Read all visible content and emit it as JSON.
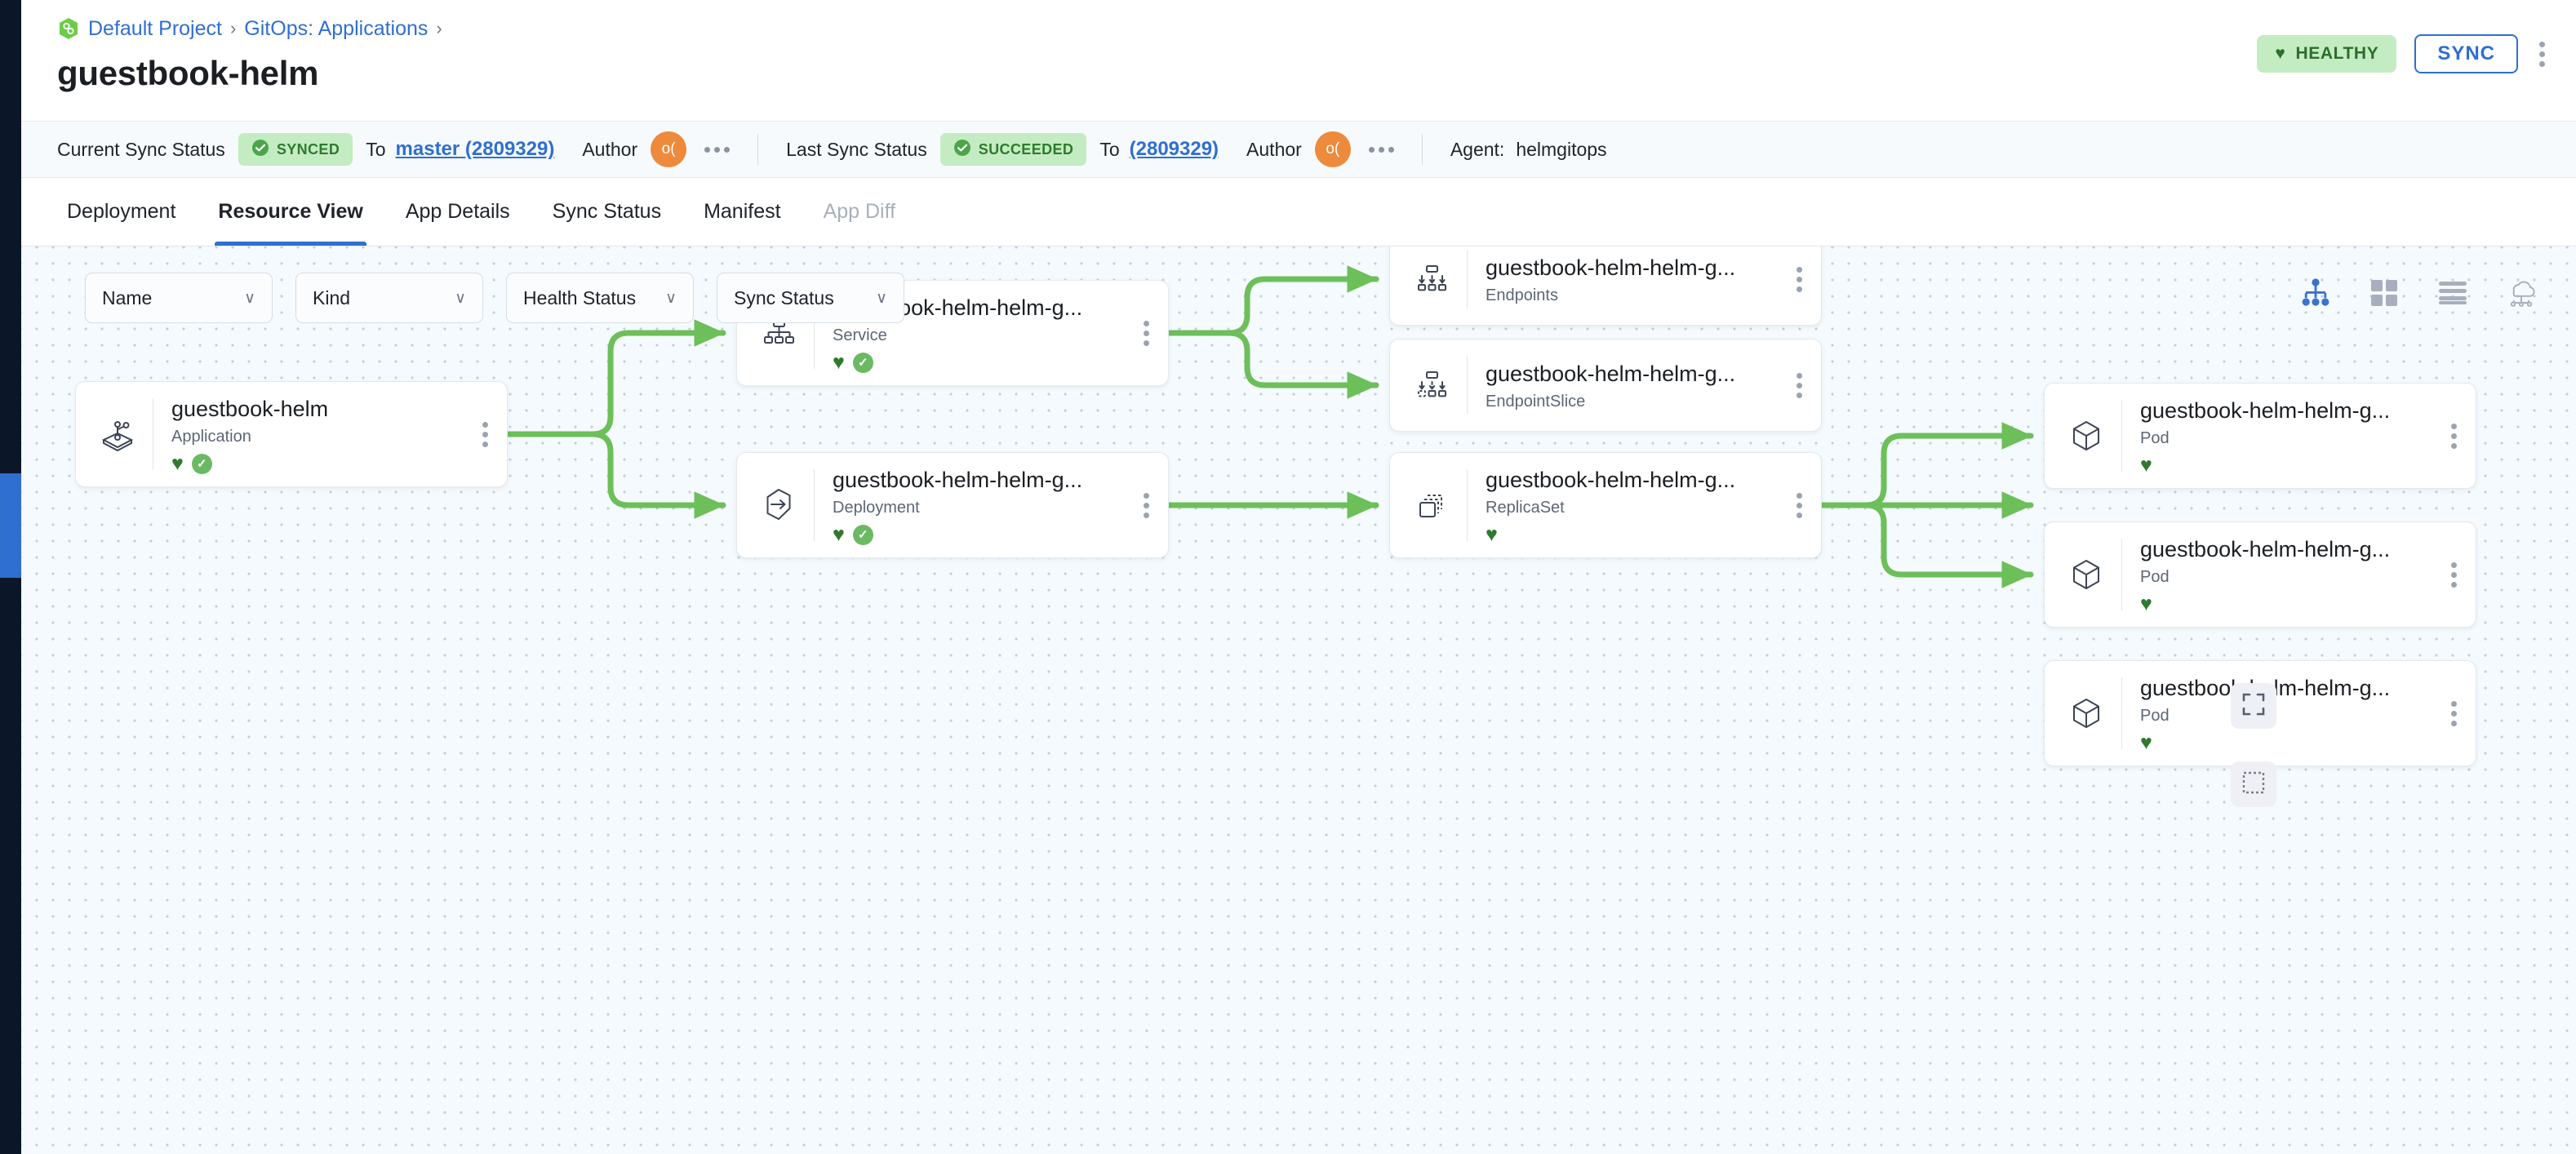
{
  "header": {
    "breadcrumb": [
      {
        "label": "Default Project",
        "icon": "project-icon"
      },
      {
        "label": "GitOps: Applications"
      }
    ],
    "separator": "›",
    "title": "guestbook-helm",
    "health_badge": {
      "label": "HEALTHY",
      "icon": "heart-icon",
      "color": "#2c6e2b",
      "bg": "#c4ecc2"
    },
    "sync_button": "SYNC",
    "overflow_menu": "kebab-icon"
  },
  "status_bar": {
    "current": {
      "label": "Current Sync Status",
      "pill": "SYNCED",
      "to_label": "To",
      "revision": "master (2809329)",
      "author_label": "Author",
      "author_initials": "o(",
      "more": "ellipsis-icon"
    },
    "last": {
      "label": "Last Sync Status",
      "pill": "SUCCEEDED",
      "to_label": "To",
      "revision": "(2809329)",
      "author_label": "Author",
      "author_initials": "o(",
      "more": "ellipsis-icon"
    },
    "agent_label": "Agent:",
    "agent_value": "helmgitops"
  },
  "tabs": [
    {
      "label": "Deployment",
      "active": false,
      "disabled": false
    },
    {
      "label": "Resource View",
      "active": true,
      "disabled": false
    },
    {
      "label": "App Details",
      "active": false,
      "disabled": false
    },
    {
      "label": "Sync Status",
      "active": false,
      "disabled": false
    },
    {
      "label": "Manifest",
      "active": false,
      "disabled": false
    },
    {
      "label": "App Diff",
      "active": false,
      "disabled": true
    }
  ],
  "filters": [
    {
      "label": "Name"
    },
    {
      "label": "Kind"
    },
    {
      "label": "Health Status"
    },
    {
      "label": "Sync Status"
    }
  ],
  "view_toggles": [
    {
      "name": "tree-view-icon",
      "active": true
    },
    {
      "name": "grid-view-icon",
      "active": false
    },
    {
      "name": "list-view-icon",
      "active": false
    },
    {
      "name": "network-view-icon",
      "active": false
    }
  ],
  "graph": {
    "accent_edge_color": "#6cbf59",
    "nodes": [
      {
        "id": "app",
        "title": "guestbook-helm",
        "kind": "Application",
        "icon": "application-icon",
        "health": true,
        "synced": true
      },
      {
        "id": "service",
        "title": "guestbook-helm-helm-g...",
        "kind": "Service",
        "icon": "service-icon",
        "health": true,
        "synced": true
      },
      {
        "id": "endpoints",
        "title": "guestbook-helm-helm-g...",
        "kind": "Endpoints",
        "icon": "endpoints-icon",
        "health": false,
        "synced": false
      },
      {
        "id": "endpointslice",
        "title": "guestbook-helm-helm-g...",
        "kind": "EndpointSlice",
        "icon": "endpointslice-icon",
        "health": false,
        "synced": false
      },
      {
        "id": "deployment",
        "title": "guestbook-helm-helm-g...",
        "kind": "Deployment",
        "icon": "deployment-icon",
        "health": true,
        "synced": true
      },
      {
        "id": "replicaset",
        "title": "guestbook-helm-helm-g...",
        "kind": "ReplicaSet",
        "icon": "replicaset-icon",
        "health": true,
        "synced": false
      },
      {
        "id": "pod1",
        "title": "guestbook-helm-helm-g...",
        "kind": "Pod",
        "icon": "pod-icon",
        "health": true,
        "synced": false
      },
      {
        "id": "pod2",
        "title": "guestbook-helm-helm-g...",
        "kind": "Pod",
        "icon": "pod-icon",
        "health": true,
        "synced": false
      },
      {
        "id": "pod3",
        "title": "guestbook-helm-helm-g...",
        "kind": "Pod",
        "icon": "pod-icon",
        "health": true,
        "synced": false
      }
    ]
  },
  "floating_controls": [
    {
      "name": "fullscreen-icon"
    },
    {
      "name": "select-area-icon"
    }
  ],
  "glyphs": {
    "heart": "♥",
    "check": "✓",
    "chevron_down": "∨"
  }
}
